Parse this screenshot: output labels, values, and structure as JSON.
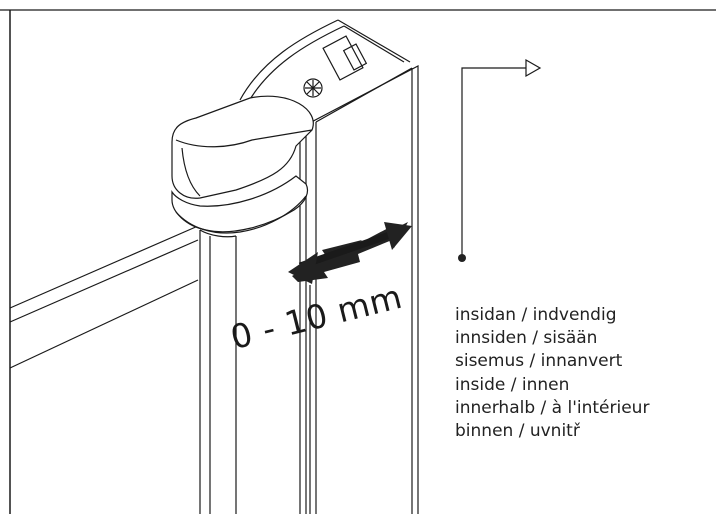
{
  "dimension": {
    "label": "0 - 10 mm"
  },
  "inside_labels": [
    "insidan / indvendig",
    "innsiden / sisään",
    "sisemus / innanvert",
    "inside / innen",
    "innerhalb / à l'intérieur",
    "binnen / uvnitř"
  ],
  "colors": {
    "line": "#1a1a1a",
    "arrow": "#222222",
    "text": "#222222"
  }
}
